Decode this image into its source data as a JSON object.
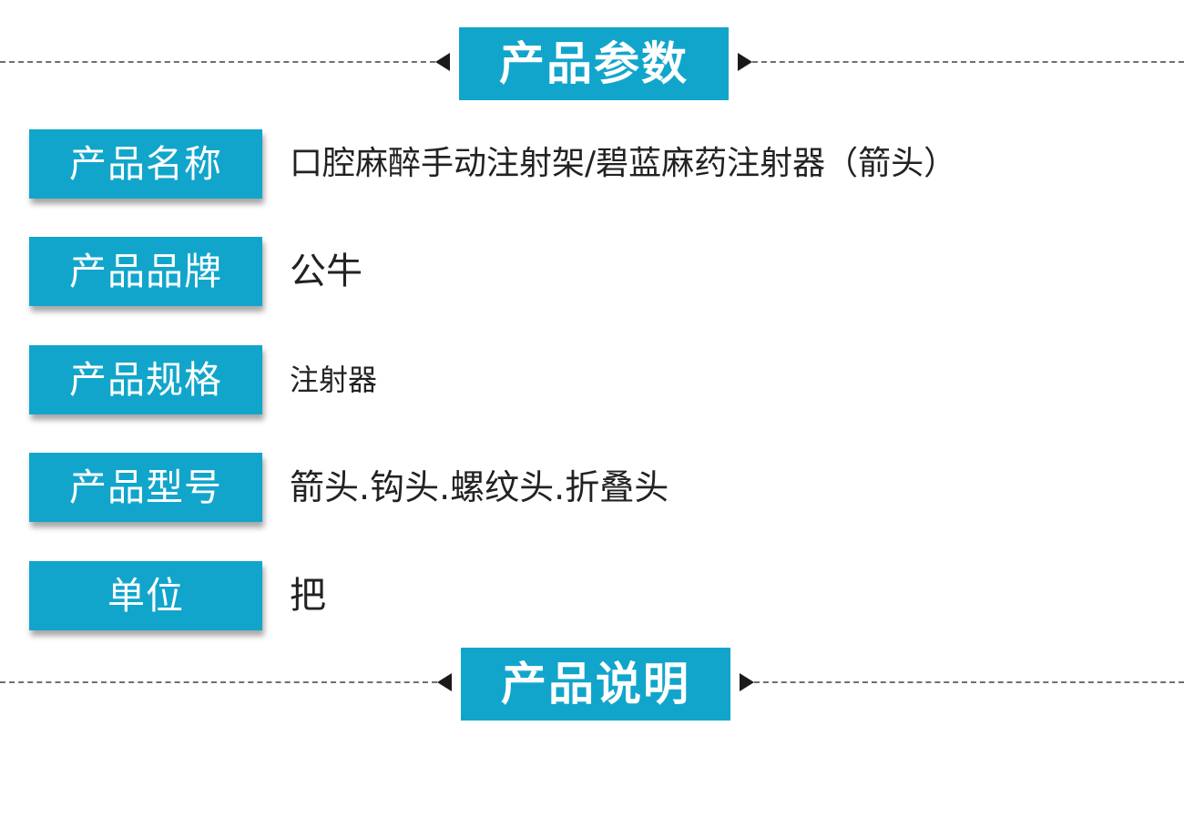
{
  "headers": {
    "params_title": "产品参数",
    "desc_title": "产品说明"
  },
  "params": [
    {
      "label": "产品名称",
      "value": "口腔麻醉手动注射架/碧蓝麻药注射器（箭头）"
    },
    {
      "label": "产品品牌",
      "value": "公牛"
    },
    {
      "label": "产品规格",
      "value": "注射器"
    },
    {
      "label": "产品型号",
      "value": "箭头.钩头.螺纹头.折叠头"
    },
    {
      "label": "单位",
      "value": "把"
    }
  ],
  "colors": {
    "accent": "#12a5cb",
    "text": "#222222",
    "dash": "#6f6f6f"
  }
}
